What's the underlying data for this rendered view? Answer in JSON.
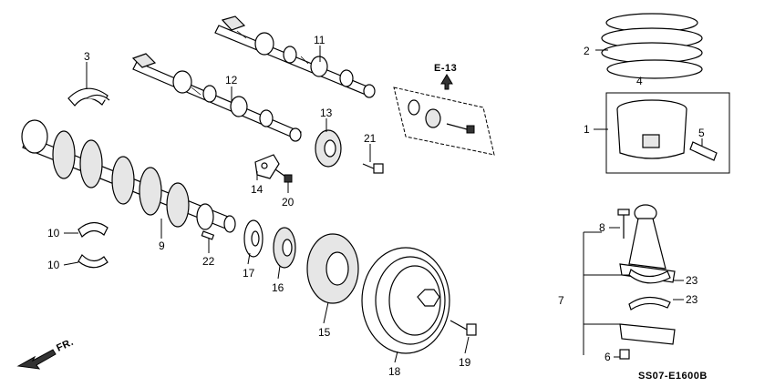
{
  "diagram": {
    "callouts": {
      "c1": "1",
      "c2": "2",
      "c3": "3",
      "c4": "4",
      "c5": "5",
      "c6": "6",
      "c7": "7",
      "c8": "8",
      "c9": "9",
      "c10a": "10",
      "c10b": "10",
      "c11": "11",
      "c12": "12",
      "c13": "13",
      "c14": "14",
      "c15": "15",
      "c16": "16",
      "c17": "17",
      "c18": "18",
      "c19": "19",
      "c20": "20",
      "c21": "21",
      "c22": "22",
      "c23a": "23",
      "c23b": "23"
    },
    "ref_label": "E-13",
    "front_label": "FR.",
    "diagram_code": "SS07-E1600B"
  }
}
